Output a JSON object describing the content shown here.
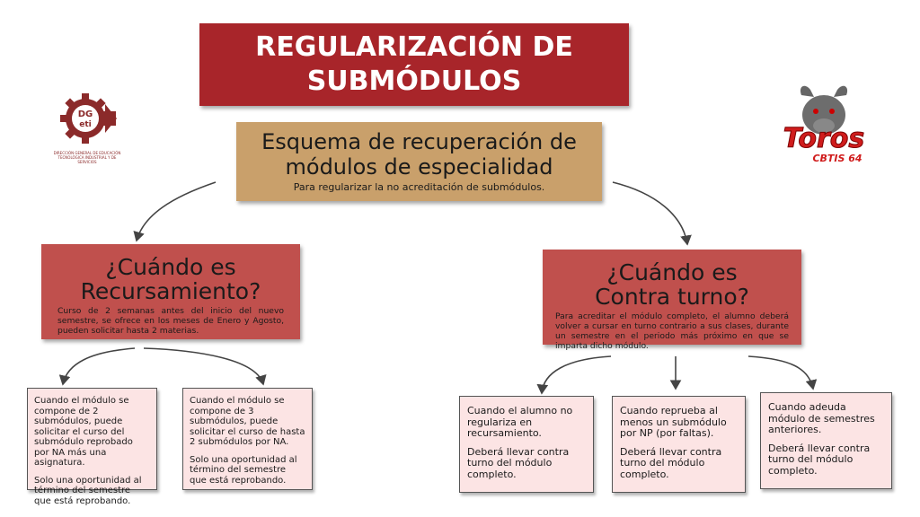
{
  "title": {
    "line1": "REGULARIZACIÓN DE",
    "line2": "SUBMÓDULOS"
  },
  "schema": {
    "title_line1": "Esquema de recuperación de",
    "title_line2": "módulos de especialidad",
    "subtitle": "Para regularizar la no acreditación de submódulos."
  },
  "recursamiento": {
    "title_line1": "¿Cuándo es",
    "title_line2": "Recursamiento?",
    "body": "Curso de 2 semanas antes del inicio del nuevo semestre, se ofrece en los meses de Enero y Agosto, pueden solicitar hasta 2 materias."
  },
  "contraturno": {
    "title_line1": "¿Cuándo es",
    "title_line2": "Contra turno?",
    "body": "Para acreditar el módulo completo, el alumno deberá volver a cursar en turno contrario a sus clases, durante un semestre en el periodo más próximo en que se imparta dicho módulo."
  },
  "leaves": {
    "r1": {
      "p1": "Cuando el módulo se compone de 2 submódulos, puede solicitar el curso del submódulo reprobado por NA más una asignatura.",
      "p2": "Solo una oportunidad al término del semestre que está reprobando."
    },
    "r2": {
      "p1": "Cuando el módulo se compone de 3 submódulos, puede solicitar el curso de hasta 2 submódulos por NA.",
      "p2": "Solo una oportunidad al término del semestre que está reprobando."
    },
    "c1": {
      "p1": "Cuando el alumno no regulariza en recursamiento.",
      "p2": "Deberá llevar contra turno del módulo completo."
    },
    "c2": {
      "p1": "Cuando reprueba al menos un submódulo por NP (por faltas).",
      "p2": "Deberá llevar contra turno del módulo completo."
    },
    "c3": {
      "p1": "Cuando adeuda módulo de semestres anteriores.",
      "p2": "Deberá llevar contra turno del módulo completo."
    }
  },
  "logos": {
    "dgeti_text": "DGETI",
    "dgeti_caption": "DIRECCIÓN GENERAL DE EDUCACIÓN TECNOLÓGICA INDUSTRIAL Y DE SERVICIOS",
    "toros_text": "Toros",
    "toros_sub": "CBTIS 64"
  },
  "colors": {
    "title_bg": "#a8252a",
    "schema_bg": "#c9a06b",
    "question_bg": "#c0504d",
    "leaf_bg": "#fce4e4"
  }
}
